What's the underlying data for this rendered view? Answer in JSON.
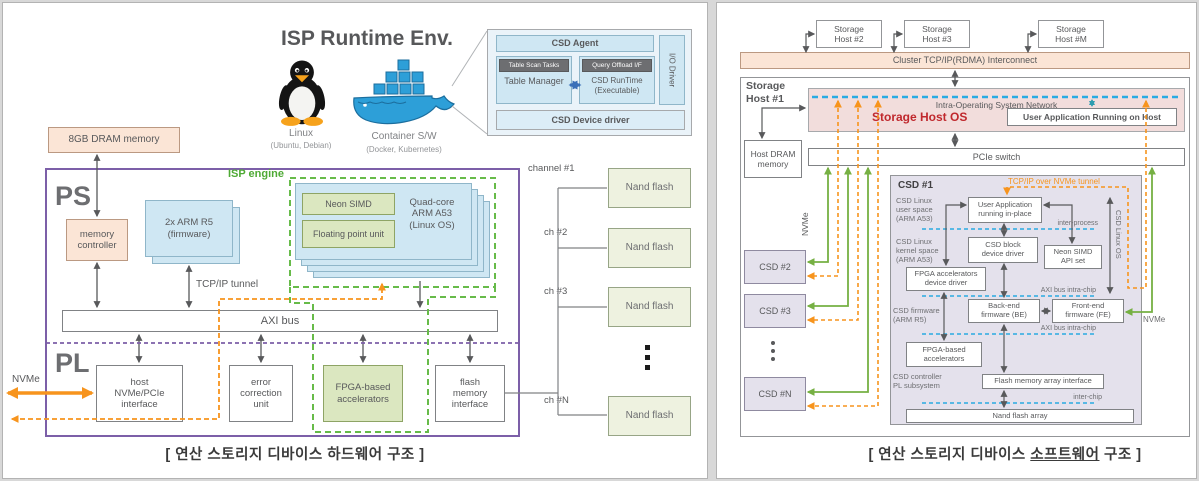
{
  "colors": {
    "orange": "#f7941d",
    "green": "#76b043",
    "green_dashed": "#67bb49",
    "blue_dashed": "#29abe2",
    "purple": "#7c5fa8",
    "navy_arrow": "#3a6fb8",
    "red_os": "#c0282d",
    "teal": "#2e9db0",
    "peach": "#fbe5d6",
    "light_blue": "#cfe7f3",
    "light_blue_bg": "#eaf3f9",
    "device_driver_bg": "#dcedf7",
    "light_green": "#dbe7c0",
    "nand_green": "#eef2e0",
    "lavender": "#e4e1ec",
    "pink": "#f2dddc"
  },
  "left": {
    "caption": "[ 연산 스토리지 디바이스 하드웨어 구조 ]",
    "runtime": {
      "title": "ISP Runtime Env.",
      "linux_label": "Linux",
      "linux_sub": "(Ubuntu, Debian)",
      "container_label": "Container S/W",
      "container_sub": "(Docker, Kubernetes)"
    },
    "agent": {
      "csd_agent": "CSD Agent",
      "io_driver": "I/O Driver",
      "table_scan": "Table Scan Tasks",
      "table_manager": "Table Manager",
      "query_offload": "Query Offload I/F",
      "csd_runtime": "CSD RunTime (Executable)",
      "device_driver": "CSD Device driver"
    },
    "hw": {
      "dram": "8GB DRAM memory",
      "ps": "PS",
      "pl": "PL",
      "memctl": "memory controller",
      "arm_r5": "2x ARM R5\n(firmware)",
      "isp_engine": "ISP engine",
      "neon": "Neon SIMD",
      "fpu": "Floating point unit",
      "a53": "Quad-core\nARM A53\n(Linux OS)",
      "tcpip": "TCP/IP tunnel",
      "axi": "AXI bus",
      "nvme": "NVMe",
      "host_if": "host NVMe/PCIe interface",
      "ecc": "error correction unit",
      "fpga": "FPGA-based accelerators",
      "flash_if": "flash memory interface"
    },
    "channels": [
      {
        "label": "channel #1",
        "box": "Nand flash"
      },
      {
        "label": "ch #2",
        "box": "Nand flash"
      },
      {
        "label": "ch #3",
        "box": "Nand flash"
      },
      {
        "label": "ch #N",
        "box": "Nand flash"
      }
    ]
  },
  "right": {
    "caption": {
      "prefix": "[ 연산 스토리지 디바이스 ",
      "underlined": "소프트웨어",
      "suffix": " 구조 ]"
    },
    "hosts": [
      {
        "label": "Storage\nHost #2"
      },
      {
        "label": "Storage\nHost #3"
      },
      {
        "label": "Storage\nHost #M"
      }
    ],
    "interconnect": "Cluster TCP/IP(RDMA) Interconnect",
    "host1": {
      "label": "Storage\nHost #1",
      "network": "Intra-Operating System Network",
      "host_os": "Storage Host OS",
      "user_app_host": "User Application Running on Host",
      "dram": "Host DRAM\nmemory",
      "pcie": "PCIe switch",
      "nvme_left": "NVMe",
      "nvme_right": "NVMe",
      "csd2": "CSD #2",
      "csd3": "CSD #3",
      "csdn": "CSD #N"
    },
    "csd1": {
      "title": "CSD #1",
      "tunnel": "TCP/IP over NVMe tunnel",
      "user_space": "CSD Linux\nuser space\n(ARM A53)",
      "kernel_space": "CSD Linux\nkernel space\n(ARM A53)",
      "firmware": "CSD firmware\n(ARM R5)",
      "pl_subsystem": "CSD controller\nPL subsystem",
      "user_app": "User Application\nrunning in-place",
      "inter_process": "inter-process",
      "block_driver": "CSD block\ndevice driver",
      "neon_api": "Neon SIMD\nAPI set",
      "fpga_driver": "FPGA accelerators\ndevice driver",
      "axi1": "AXI bus intra-chip",
      "be": "Back-end\nfirmware (BE)",
      "fe": "Front-end\nfirmware (FE)",
      "axi2": "AXI bus intra-chip",
      "linux_os": "CSD Linux OS",
      "fpga_acc": "FPGA-based\naccelerators",
      "flash_iface": "Flash memory array interface",
      "inter_chip": "inter-chip",
      "nand": "Nand flash array"
    }
  }
}
